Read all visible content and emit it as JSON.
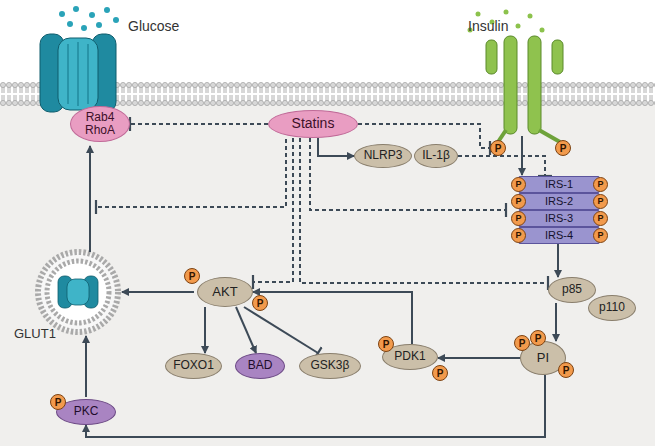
{
  "diagram": {
    "nodes": [
      {
        "text": [
          "Rab4 RhoA"
        ]
      },
      {
        "text": [
          "Statins"
        ]
      },
      {
        "text": [
          "P"
        ]
      },
      {
        "text": [
          "P"
        ]
      },
      {
        "text": [
          "NLRP3"
        ]
      },
      {
        "text": [
          "IL-1β"
        ]
      },
      {
        "text": [
          "IRS-1"
        ]
      },
      {
        "text": [
          "IRS-2"
        ]
      },
      {
        "text": [
          "IRS-3"
        ]
      },
      {
        "text": [
          "IRS-4"
        ]
      },
      {
        "text": [
          "P"
        ]
      },
      {
        "text": [
          "P"
        ]
      },
      {
        "text": [
          "P"
        ]
      },
      {
        "text": [
          "P"
        ]
      },
      {
        "text": [
          "P"
        ]
      },
      {
        "text": [
          "P"
        ]
      },
      {
        "text": [
          "P"
        ]
      },
      {
        "text": [
          "P"
        ]
      },
      {
        "text": [
          "p85"
        ]
      },
      {
        "text": [
          "p110"
        ]
      },
      {
        "text": [
          "AKT"
        ]
      },
      {
        "text": [
          "P"
        ]
      },
      {
        "text": [
          "P"
        ]
      },
      {
        "text": [
          "PDK1"
        ]
      },
      {
        "text": [
          "P"
        ]
      },
      {
        "text": [
          "P"
        ]
      },
      {
        "text": [
          "PI"
        ]
      },
      {
        "text": [
          "P"
        ]
      },
      {
        "text": [
          "P"
        ]
      },
      {
        "text": [
          "P"
        ]
      },
      {
        "text": [
          "FOXO1"
        ]
      },
      {
        "text": [
          "BAD"
        ]
      },
      {
        "text": [
          "GSK3β"
        ]
      },
      {
        "text": [
          "PKC"
        ]
      },
      {
        "text": [
          "P"
        ]
      }
    ],
    "edges": [
      {
        "from": 1,
        "to": 0,
        "arrow": "to"
      },
      {
        "from": 1,
        "to": 4,
        "arrow": "to"
      },
      {
        "from": 5,
        "to": 6,
        "arrow": "to"
      },
      {
        "from": 1,
        "to": 2,
        "arrow": "to"
      },
      {
        "from": 1,
        "to": 8,
        "arrow": "to"
      },
      {
        "from": 1,
        "to": 20,
        "arrow": "to"
      },
      {
        "from": 1,
        "to": 18,
        "arrow": "to"
      },
      {
        "from": 9,
        "to": 18,
        "arrow": "to"
      },
      {
        "from": 18,
        "to": 26,
        "arrow": "to"
      },
      {
        "from": 26,
        "to": 23,
        "arrow": "to"
      },
      {
        "from": 23,
        "to": 20,
        "arrow": "to"
      },
      {
        "from": 20,
        "to": 30,
        "arrow": "to"
      },
      {
        "from": 20,
        "to": 31,
        "arrow": "to"
      },
      {
        "from": 20,
        "to": 32,
        "arrow": "to"
      },
      {
        "from": 26,
        "to": 33,
        "arrow": "to"
      }
    ],
    "labels": [
      "Glucose",
      "Insulin",
      "GLUT1"
    ]
  }
}
